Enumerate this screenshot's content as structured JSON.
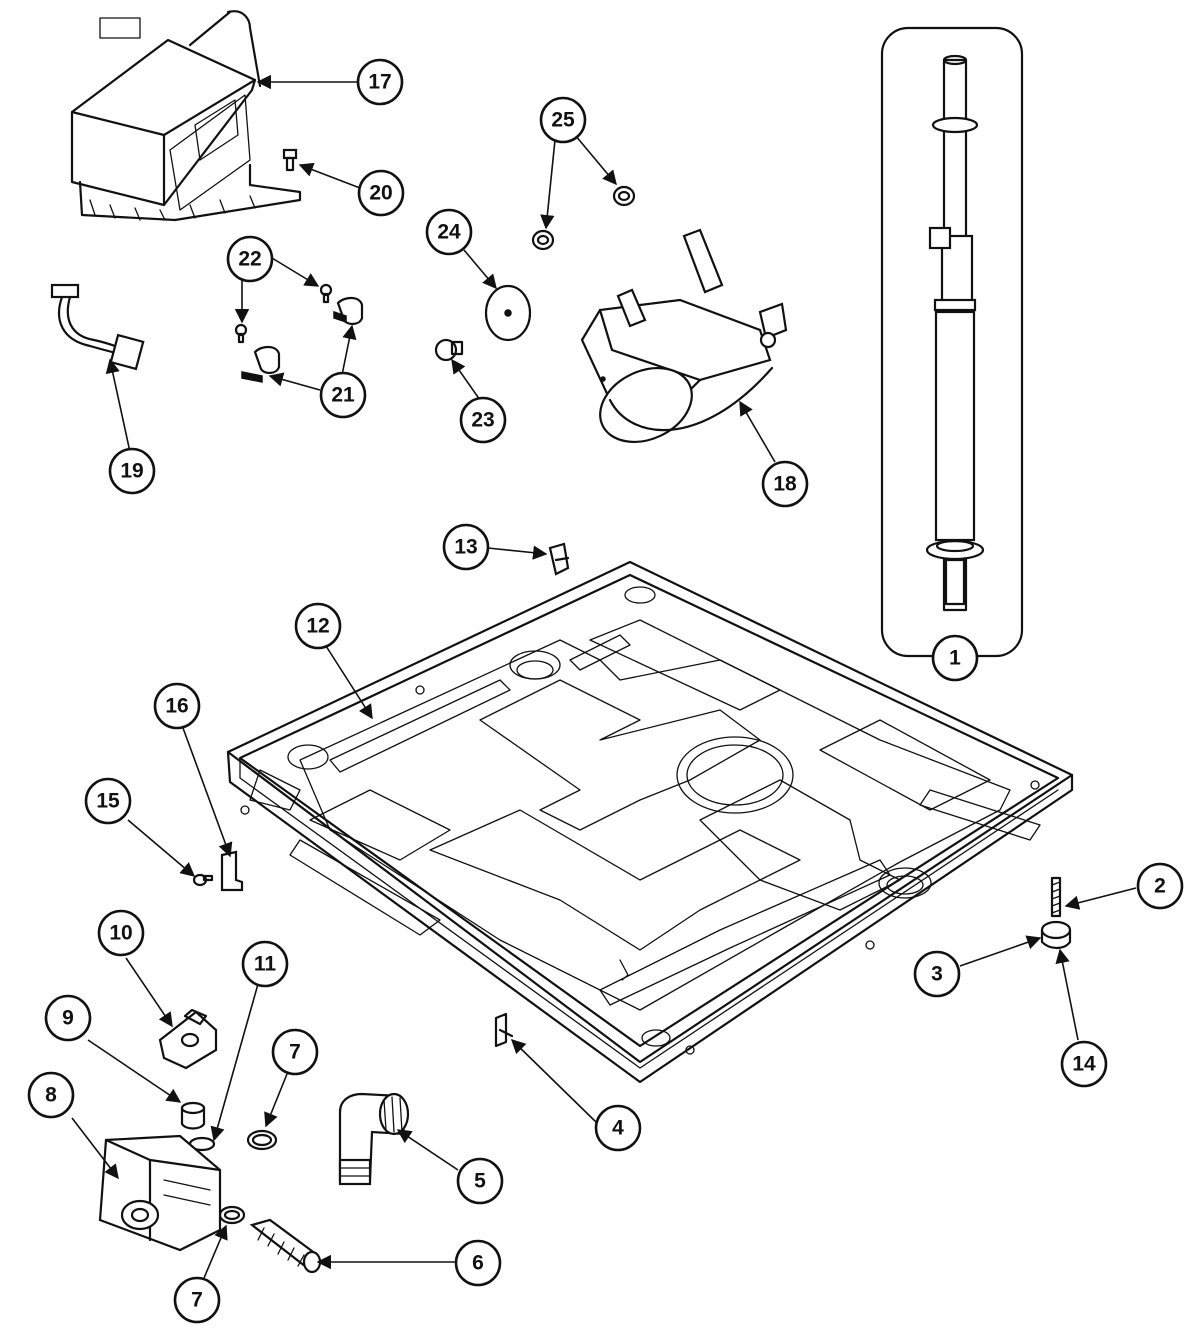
{
  "callouts": [
    {
      "id": "c1",
      "label": "1"
    },
    {
      "id": "c2",
      "label": "2"
    },
    {
      "id": "c3",
      "label": "3"
    },
    {
      "id": "c4",
      "label": "4"
    },
    {
      "id": "c5",
      "label": "5"
    },
    {
      "id": "c6",
      "label": "6"
    },
    {
      "id": "c7a",
      "label": "7"
    },
    {
      "id": "c7b",
      "label": "7"
    },
    {
      "id": "c8",
      "label": "8"
    },
    {
      "id": "c9",
      "label": "9"
    },
    {
      "id": "c10",
      "label": "10"
    },
    {
      "id": "c11",
      "label": "11"
    },
    {
      "id": "c12",
      "label": "12"
    },
    {
      "id": "c13",
      "label": "13"
    },
    {
      "id": "c14",
      "label": "14"
    },
    {
      "id": "c15",
      "label": "15"
    },
    {
      "id": "c16",
      "label": "16"
    },
    {
      "id": "c17",
      "label": "17"
    },
    {
      "id": "c18",
      "label": "18"
    },
    {
      "id": "c19",
      "label": "19"
    },
    {
      "id": "c20",
      "label": "20"
    },
    {
      "id": "c21",
      "label": "21"
    },
    {
      "id": "c22",
      "label": "22"
    },
    {
      "id": "c23",
      "label": "23"
    },
    {
      "id": "c24",
      "label": "24"
    },
    {
      "id": "c25",
      "label": "25"
    }
  ]
}
